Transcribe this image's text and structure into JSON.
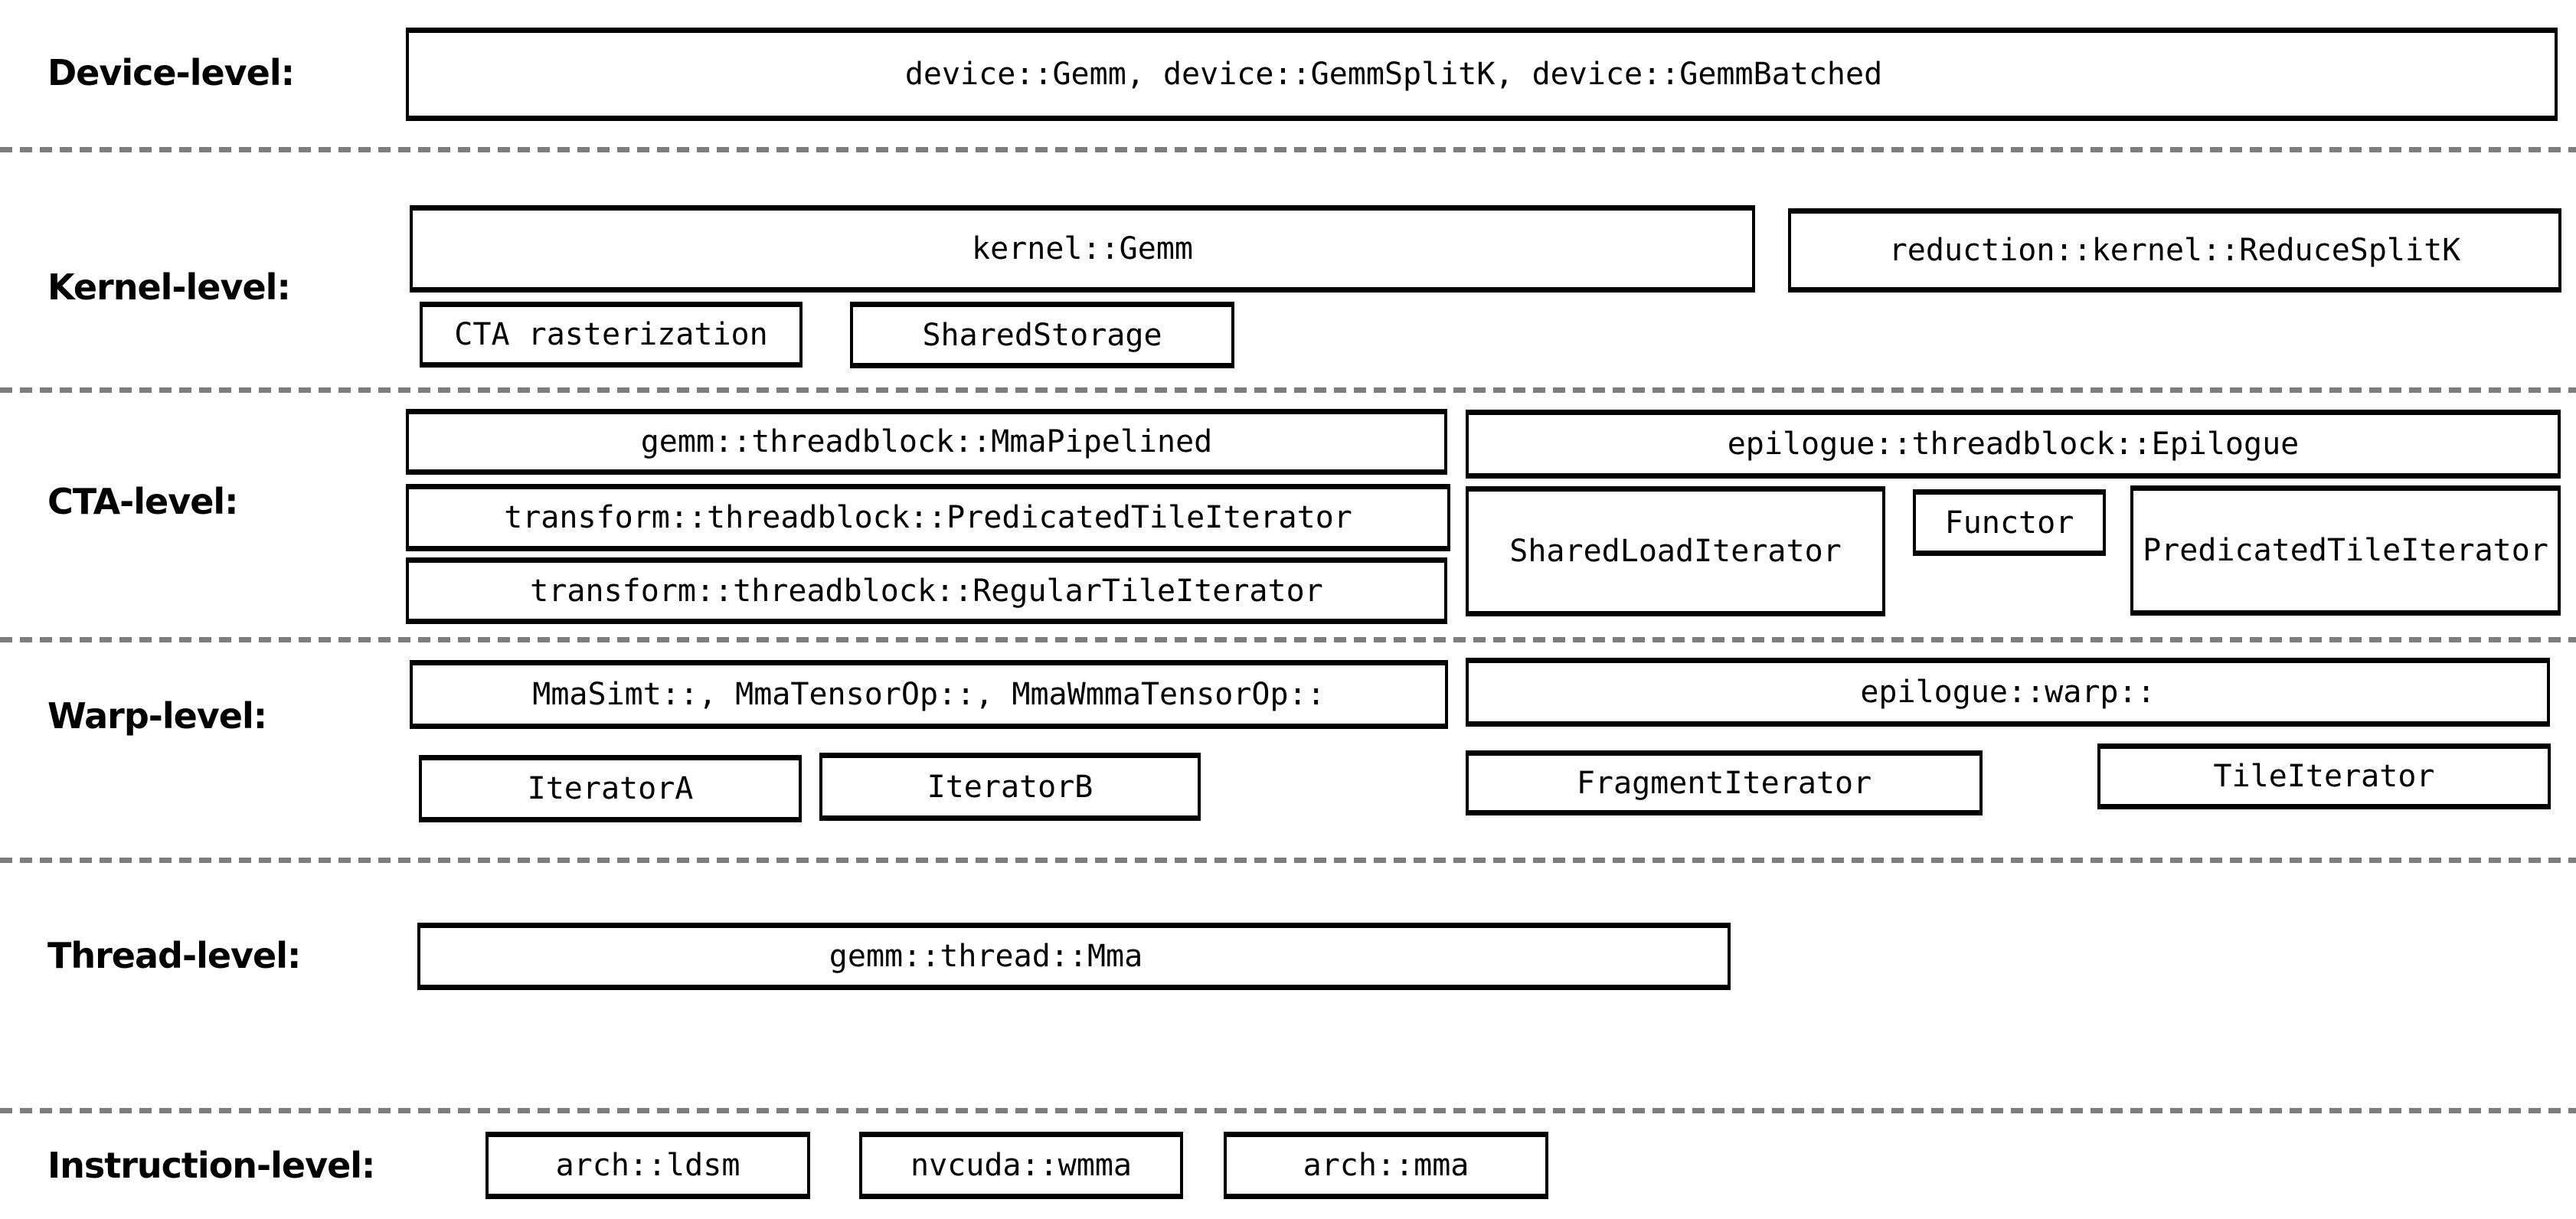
{
  "colors": {
    "background": "#ffffff",
    "box_border": "#000000",
    "text": "#000000",
    "separator": "#7d7d7d"
  },
  "levels": [
    {
      "label": "Device-level:",
      "boxes": [
        {
          "text": "device::Gemm, device::GemmSplitK, device::GemmBatched"
        }
      ]
    },
    {
      "label": "Kernel-level:",
      "boxes": [
        {
          "text": "kernel::Gemm"
        },
        {
          "text": "reduction::kernel::ReduceSplitK"
        },
        {
          "text": "CTA rasterization"
        },
        {
          "text": "SharedStorage"
        }
      ]
    },
    {
      "label": "CTA-level:",
      "boxes": [
        {
          "text": "gemm::threadblock::MmaPipelined"
        },
        {
          "text": "transform::threadblock::PredicatedTileIterator"
        },
        {
          "text": "transform::threadblock::RegularTileIterator"
        },
        {
          "text": "epilogue::threadblock::Epilogue"
        },
        {
          "text": "SharedLoadIterator"
        },
        {
          "text": "Functor"
        },
        {
          "text": "PredicatedTileIterator"
        }
      ]
    },
    {
      "label": "Warp-level:",
      "boxes": [
        {
          "text": "MmaSimt::, MmaTensorOp::, MmaWmmaTensorOp::"
        },
        {
          "text": "IteratorA"
        },
        {
          "text": "IteratorB"
        },
        {
          "text": "epilogue::warp::"
        },
        {
          "text": "FragmentIterator"
        },
        {
          "text": "TileIterator"
        }
      ]
    },
    {
      "label": "Thread-level:",
      "boxes": [
        {
          "text": "gemm::thread::Mma"
        }
      ]
    },
    {
      "label": "Instruction-level:",
      "boxes": [
        {
          "text": "arch::ldsm"
        },
        {
          "text": "nvcuda::wmma"
        },
        {
          "text": "arch::mma"
        }
      ]
    }
  ]
}
